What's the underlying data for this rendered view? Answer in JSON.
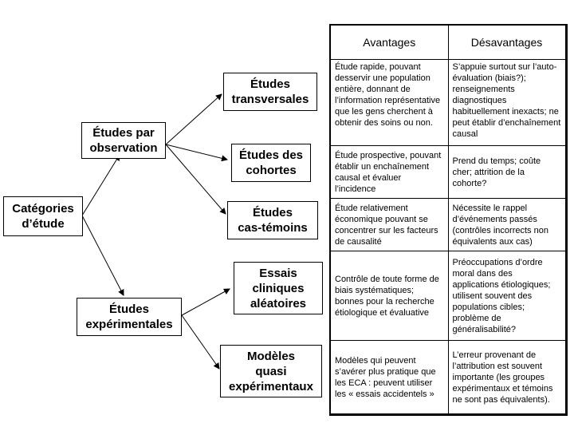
{
  "nodes": {
    "root": "Catégories\nd’étude",
    "observation": "Études par\nobservation",
    "experimental": "Études\nexpérimentales",
    "transversal": "Études\ntransversales",
    "cohorts": "Études des\ncohortes",
    "case_control": "Études\ncas-témoins",
    "rct": "Essais\ncliniques\naléatoires",
    "quasi": "Modèles\nquasi\nexpérimentaux"
  },
  "table": {
    "headers": {
      "advantages": "Avantages",
      "disadvantages": "Désavantages"
    },
    "rows": [
      {
        "adv": "Étude rapide, pouvant desservir une population entière, donnant de l’information représentative que les gens cherchent à obtenir des soins ou non.",
        "dis": "S’appuie surtout sur l’auto-évaluation (biais?); renseignements diagnostiques habituellement inexacts; ne peut établir d’enchaînement causal"
      },
      {
        "adv": "Étude prospective, pouvant établir un enchaînement causal et évaluer l’incidence",
        "dis": "Prend du temps; coûte cher; attrition de la cohorte?"
      },
      {
        "adv": "Étude relativement économique pouvant se concentrer sur les facteurs de causalité",
        "dis": "Nécessite le rappel d’événements passés (contrôles incorrects non équivalents aux cas)"
      },
      {
        "adv": "Contrôle de toute forme de biais systématiques; bonnes pour la recherche étiologique et évaluative",
        "dis": "Préoccupations d’ordre moral dans des applications étiologiques; utilisent souvent des populations cibles; problème de généralisabilité?"
      },
      {
        "adv": "Modèles qui peuvent s’avérer plus pratique que les ECA : peuvent utiliser les « essais accidentels »",
        "dis": "L’erreur provenant de l’attribution est souvent importante (les groupes expérimentaux et témoins ne sont pas équivalents)."
      }
    ]
  }
}
